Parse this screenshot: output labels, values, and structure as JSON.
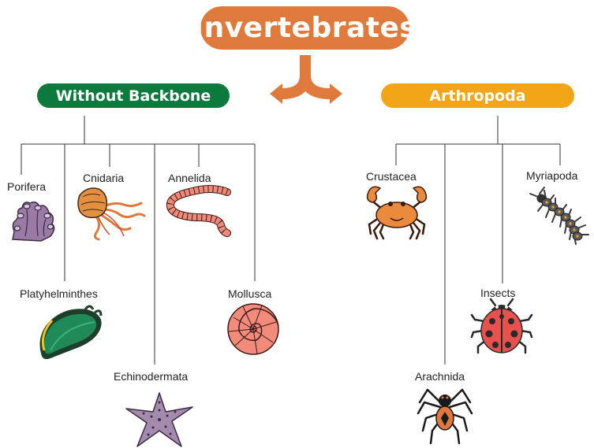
{
  "title": "Invertebrates",
  "left_group": {
    "title": "Without Backbone",
    "items": [
      "Porifera",
      "Cnidaria",
      "Annelida",
      "Platyhelminthes",
      "Mollusca",
      "Echinodermata"
    ]
  },
  "right_group": {
    "title": "Arthropoda",
    "items": [
      "Crustacea",
      "Myriapoda",
      "Insects",
      "Arachnida"
    ]
  },
  "colors": {
    "title": "#e07a3c",
    "left": "#0d7a3d",
    "right": "#f2a516",
    "line": "#333333"
  }
}
